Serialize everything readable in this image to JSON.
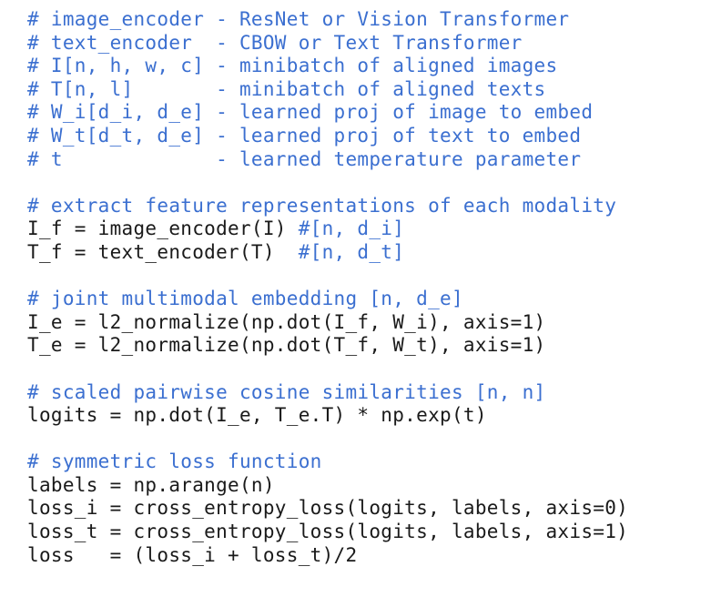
{
  "colors": {
    "comment": "#3b6fd0",
    "code": "#1a1a1a",
    "background": "#ffffff"
  },
  "blocks": [
    {
      "lines": [
        {
          "code": "",
          "comment": "# image_encoder - ResNet or Vision Transformer"
        },
        {
          "code": "",
          "comment": "# text_encoder  - CBOW or Text Transformer"
        },
        {
          "code": "",
          "comment": "# I[n, h, w, c] - minibatch of aligned images"
        },
        {
          "code": "",
          "comment": "# T[n, l]       - minibatch of aligned texts"
        },
        {
          "code": "",
          "comment": "# W_i[d_i, d_e] - learned proj of image to embed"
        },
        {
          "code": "",
          "comment": "# W_t[d_t, d_e] - learned proj of text to embed"
        },
        {
          "code": "",
          "comment": "# t             - learned temperature parameter"
        }
      ]
    },
    {
      "lines": [
        {
          "code": "",
          "comment": "# extract feature representations of each modality"
        },
        {
          "code": "I_f = image_encoder(I) ",
          "comment": "#[n, d_i]"
        },
        {
          "code": "T_f = text_encoder(T)  ",
          "comment": "#[n, d_t]"
        }
      ]
    },
    {
      "lines": [
        {
          "code": "",
          "comment": "# joint multimodal embedding [n, d_e]"
        },
        {
          "code": "I_e = l2_normalize(np.dot(I_f, W_i), axis=1)",
          "comment": ""
        },
        {
          "code": "T_e = l2_normalize(np.dot(T_f, W_t), axis=1)",
          "comment": ""
        }
      ]
    },
    {
      "lines": [
        {
          "code": "",
          "comment": "# scaled pairwise cosine similarities [n, n]"
        },
        {
          "code": "logits = np.dot(I_e, T_e.T) * np.exp(t)",
          "comment": ""
        }
      ]
    },
    {
      "lines": [
        {
          "code": "",
          "comment": "# symmetric loss function"
        },
        {
          "code": "labels = np.arange(n)",
          "comment": ""
        },
        {
          "code": "loss_i = cross_entropy_loss(logits, labels, axis=0)",
          "comment": ""
        },
        {
          "code": "loss_t = cross_entropy_loss(logits, labels, axis=1)",
          "comment": ""
        },
        {
          "code": "loss   = (loss_i + loss_t)/2",
          "comment": ""
        }
      ]
    }
  ]
}
